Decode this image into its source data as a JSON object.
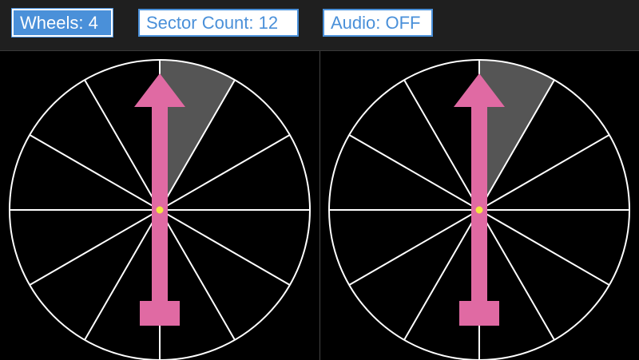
{
  "toolbar": {
    "wheels_label": "Wheels: 4",
    "sectors_label": "Sector Count: 12",
    "audio_label": "Audio: OFF"
  },
  "wheels": {
    "visible_count": 2,
    "sector_count": 12,
    "highlighted_sector": 0,
    "pointer_angle_deg": 0
  },
  "colors": {
    "toolbar_bg": "#1f1f1f",
    "accent": "#4a90d9",
    "wheel_line": "#ffffff",
    "highlight_sector": "#555555",
    "pointer": "#e06aa3",
    "hub": "#f5e642"
  }
}
